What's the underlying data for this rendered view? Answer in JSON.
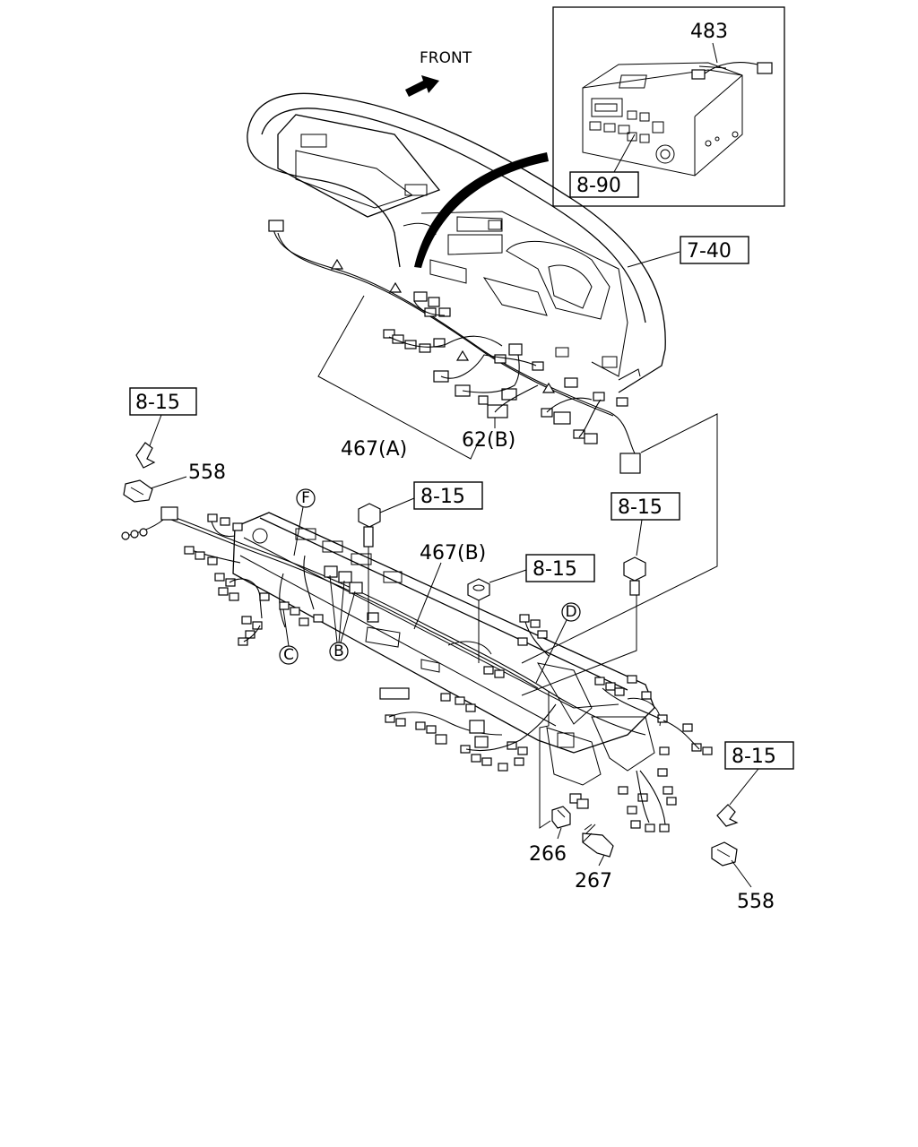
{
  "diagram": {
    "direction_label": "FRONT",
    "inset_callouts": {
      "part_483": "483",
      "ref_8_90": "8-90"
    },
    "callouts": {
      "ref_7_40": "7-40",
      "ref_8_15_top_left": "8-15",
      "part_558_left": "558",
      "part_467_a": "467(A)",
      "part_62_b": "62(B)",
      "ref_8_15_bolt_left": "8-15",
      "part_467_b": "467(B)",
      "ref_8_15_nut": "8-15",
      "ref_8_15_bolt_right": "8-15",
      "ref_8_15_right": "8-15",
      "part_266": "266",
      "part_267": "267",
      "part_558_right": "558"
    },
    "circle_markers": {
      "f": "F",
      "c": "C",
      "b": "B",
      "d": "D"
    }
  }
}
